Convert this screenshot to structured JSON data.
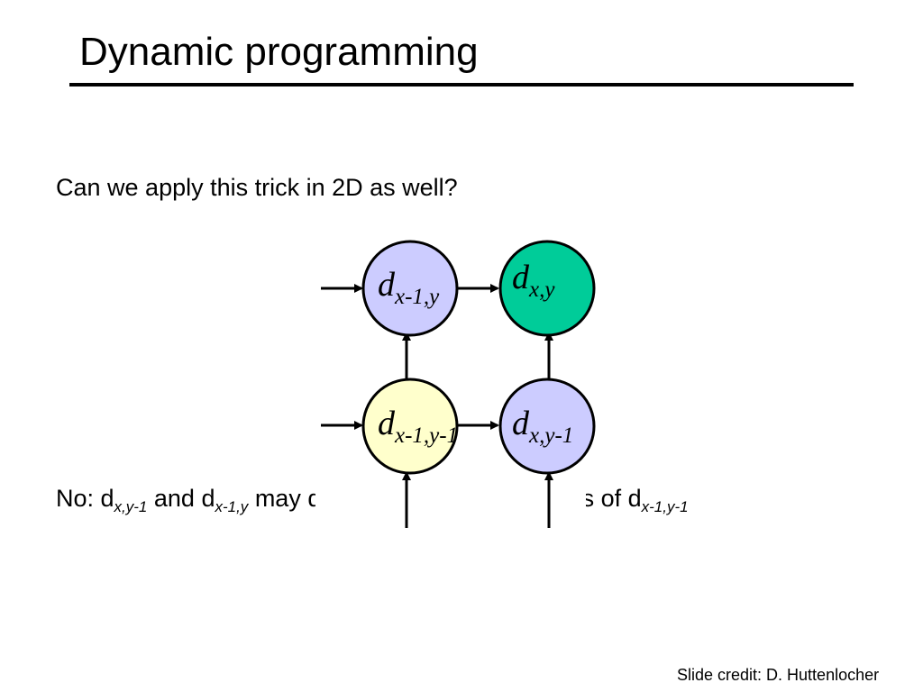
{
  "slide": {
    "title": "Dynamic programming",
    "question": "Can we apply this trick in 2D as well?",
    "answer": {
      "prefix": "No: d",
      "sub1": "x,y-1",
      "mid1": " and d",
      "sub2": "x-1,y",
      "mid2": " may depend on different values of d",
      "sub3": "x-1,y-1"
    },
    "credit": "Slide credit: D. Huttenlocher"
  },
  "diagram": {
    "nodes": [
      {
        "id": "top-left",
        "main": "d",
        "sub": "x-1,y",
        "fill": "#ccccff"
      },
      {
        "id": "top-right",
        "main": "d",
        "sub": "x,y",
        "fill": "#00cc99"
      },
      {
        "id": "bottom-left",
        "main": "d",
        "sub": "x-1,y-1",
        "fill": "#ffffcc"
      },
      {
        "id": "bottom-right",
        "main": "d",
        "sub": "x,y-1",
        "fill": "#ccccff"
      }
    ]
  }
}
